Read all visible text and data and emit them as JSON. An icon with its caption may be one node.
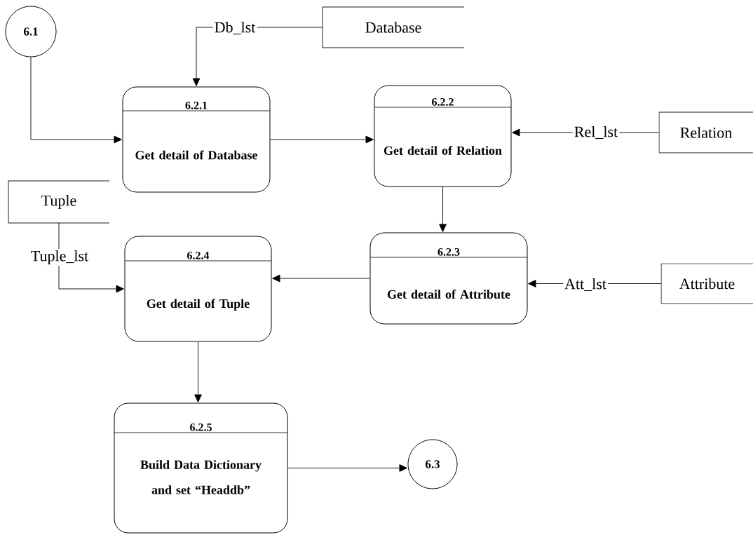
{
  "diagram": {
    "nodes": [
      {
        "text": [
          "6.1"
        ]
      },
      {
        "text": [
          "6.2.1",
          "Get detail of Database"
        ]
      },
      {
        "text": [
          "Database"
        ]
      },
      {
        "text": [
          "6.2.2",
          "Get detail of Relation"
        ]
      },
      {
        "text": [
          "Relation"
        ]
      },
      {
        "text": [
          "Tuple"
        ]
      },
      {
        "text": [
          "6.2.4",
          "Get detail of Tuple"
        ]
      },
      {
        "text": [
          "6.2.3",
          "Get detail of Attribute"
        ]
      },
      {
        "text": [
          "Attribute"
        ]
      },
      {
        "text": [
          "6.2.5",
          "Build Data Dictionary and set “Headdb”"
        ]
      },
      {
        "text": [
          "6.3"
        ]
      }
    ],
    "edges": [
      {
        "from": 0,
        "to": 1,
        "arrow": "to"
      },
      {
        "from": 2,
        "to": 1,
        "arrow": "to",
        "label": "Db_lst"
      },
      {
        "from": 1,
        "to": 3,
        "arrow": "to"
      },
      {
        "from": 4,
        "to": 3,
        "arrow": "to",
        "label": "Rel_lst"
      },
      {
        "from": 3,
        "to": 7,
        "arrow": "to"
      },
      {
        "from": 8,
        "to": 7,
        "arrow": "to",
        "label": "Att_lst"
      },
      {
        "from": 7,
        "to": 6,
        "arrow": "to"
      },
      {
        "from": 5,
        "to": 6,
        "arrow": "to",
        "label": "Tuple_lst"
      },
      {
        "from": 6,
        "to": 9,
        "arrow": "to"
      },
      {
        "from": 9,
        "to": 10,
        "arrow": "to"
      }
    ]
  }
}
